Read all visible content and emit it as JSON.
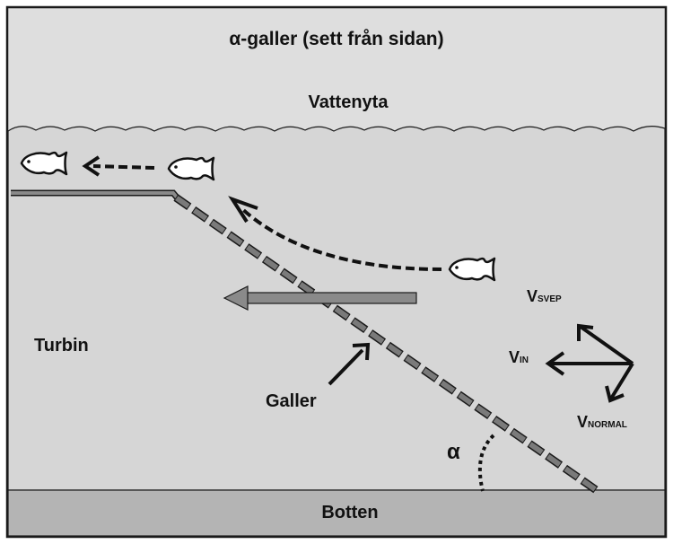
{
  "title": "α-galler (sett från sidan)",
  "labels": {
    "surface": "Vattenyta",
    "turbine": "Turbin",
    "grid": "Galler",
    "bottom": "Botten",
    "angle": "α",
    "v_sweep_main": "V",
    "v_sweep_sub": "SVEP",
    "v_in_main": "V",
    "v_in_sub": "IN",
    "v_normal_main": "V",
    "v_normal_sub": "NORMAL"
  },
  "colors": {
    "border": "#1a1a1a",
    "water": "#d6d6d6",
    "air": "#dedede",
    "bottom": "#b4b4b4",
    "grid": "#7a7a7a",
    "flow_arrow": "#8a8a8a",
    "fish_fill": "#ffffff",
    "ink": "#111111"
  },
  "icons": {
    "fish": "fish-outline-icon",
    "arrow": "arrow-icon"
  }
}
